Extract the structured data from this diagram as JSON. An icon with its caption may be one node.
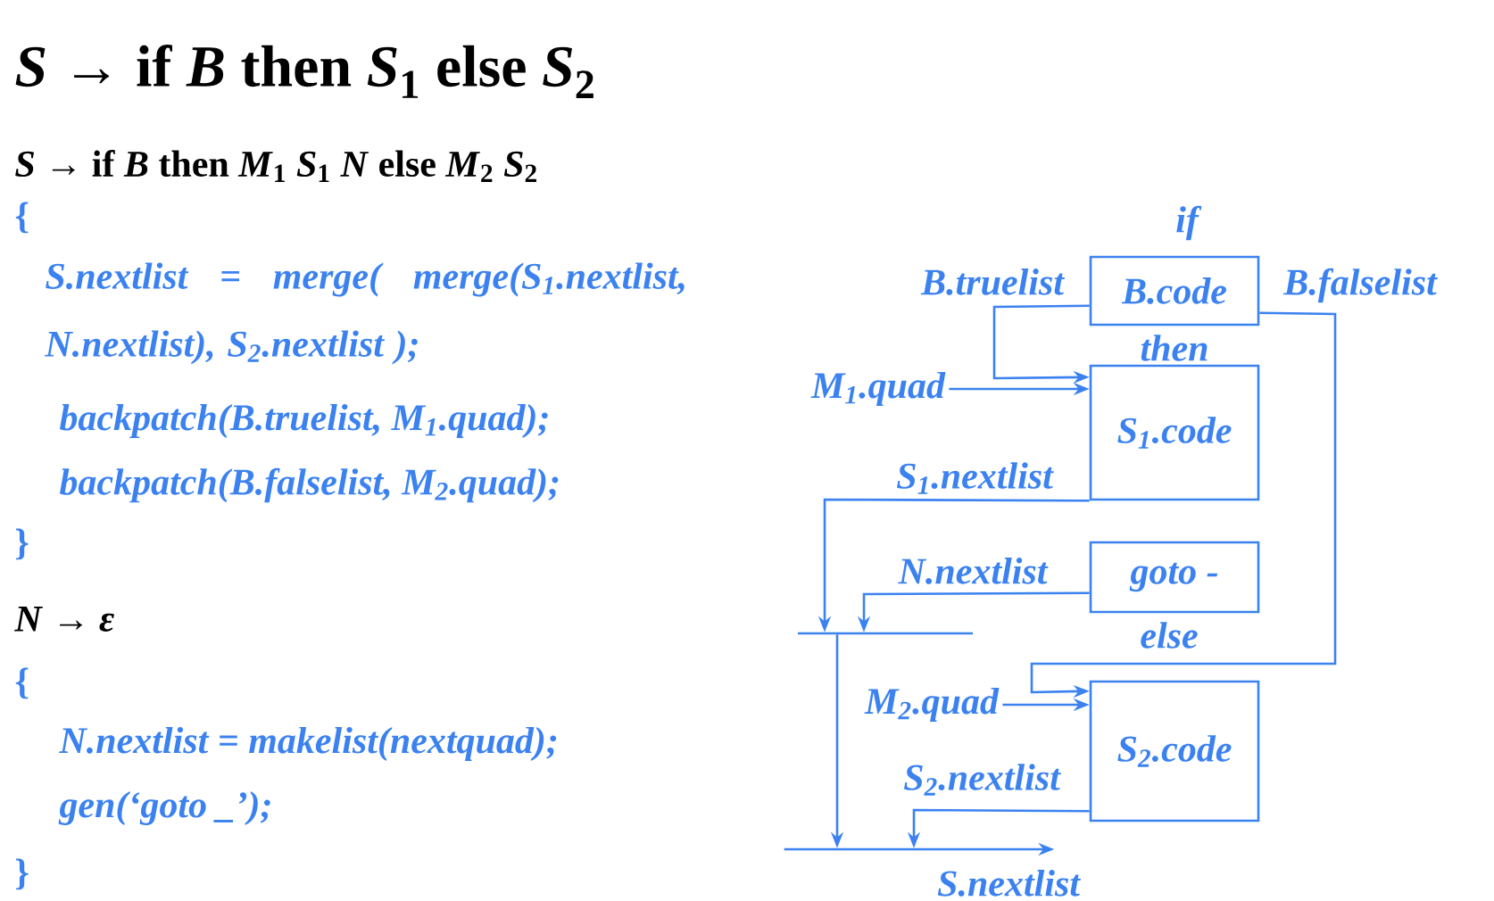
{
  "diagram": {
    "title": "*S* → if *B* then *S*$_{1}$ else *S*$_{2}$",
    "nodes": [
      {
        "text": [
          "B.code"
        ],
        "beside": [
          "if"
        ]
      },
      {
        "text": [
          "S$_{1}$.code"
        ],
        "beside": [
          "then"
        ]
      },
      {
        "text": [
          "goto -"
        ],
        "beside": [
          "else"
        ]
      },
      {
        "text": [
          "S$_{2}$.code"
        ]
      },
      {
        "text": [
          "M$_{1}$.quad"
        ]
      },
      {
        "text": [
          "M$_{2}$.quad"
        ]
      },
      {
        "text": [],
        "shape": "bar"
      },
      {
        "text": [],
        "shape": "bar",
        "beside": [
          "S.nextlist"
        ]
      }
    ],
    "edges": [
      {
        "from": 0,
        "to": 1,
        "arrow": "to",
        "label": "B.truelist"
      },
      {
        "from": 0,
        "to": 3,
        "arrow": "to",
        "label": "B.falselist"
      },
      {
        "from": 4,
        "to": 1,
        "arrow": "to"
      },
      {
        "from": 5,
        "to": 3,
        "arrow": "to"
      },
      {
        "from": 1,
        "to": 6,
        "arrow": "to",
        "label": "S$_{1}$.nextlist"
      },
      {
        "from": 2,
        "to": 6,
        "arrow": "to",
        "label": "N.nextlist"
      },
      {
        "from": 3,
        "to": 7,
        "arrow": "to",
        "label": "S$_{2}$.nextlist"
      },
      {
        "from": 6,
        "to": 7,
        "arrow": "to"
      }
    ],
    "labels": [
      "*S* → if *B* then *M*$_{1}$ *S*$_{1}$ *N* else *M*$_{2}$ *S*$_{2}$",
      "{",
      "S.nextlist = merge( merge(S$_{1}$.nextlist, N.nextlist), S$_{2}$.nextlist );",
      "backpatch(B.truelist, M$_{1}$.quad);",
      "backpatch(B.falselist, M$_{2}$.quad);",
      "}",
      "*N* → *ε*",
      "{",
      "N.nextlist = makelist(nextquad);",
      "gen(‘goto _’);",
      "}"
    ]
  }
}
